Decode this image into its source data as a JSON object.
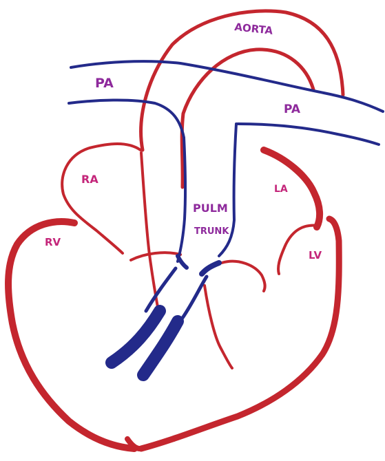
{
  "colors": {
    "heart_red": "#c4262e",
    "vessel_blue": "#232a8a",
    "label_purple": "#8e2a9c",
    "label_magenta": "#c4267a",
    "background": "#ffffff"
  },
  "labels": {
    "aorta": "AORTA",
    "pa_left": "PA",
    "pa_right": "PA",
    "ra": "RA",
    "la": "LA",
    "rv": "RV",
    "lv": "LV",
    "pulm": "PULM",
    "trunk": "TRUNK"
  }
}
